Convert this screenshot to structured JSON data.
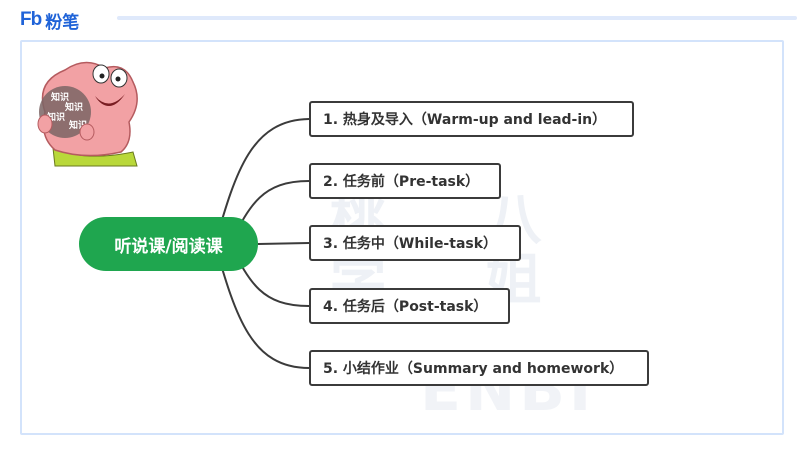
{
  "header": {
    "logo_mark": "Fb",
    "logo_text": "粉笔"
  },
  "mindmap": {
    "center": "听说课/阅读课",
    "branches": [
      "1. 热身及导入（Warm-up and lead-in）",
      "2. 任务前（Pre-task）",
      "3. 任务中（While-task）",
      "4. 任务后（Post-task）",
      "5. 小结作业（Summary and homework）"
    ]
  },
  "colors": {
    "center_fill": "#1fa64f",
    "brand_blue": "#1f63d8",
    "frame_border": "#d3e3fb",
    "connector": "#3b3b3b"
  },
  "decor": {
    "mascot_icon": "patrick-star-sticker",
    "mascot_words": [
      "知识",
      "知识",
      "知识",
      "知识"
    ]
  }
}
